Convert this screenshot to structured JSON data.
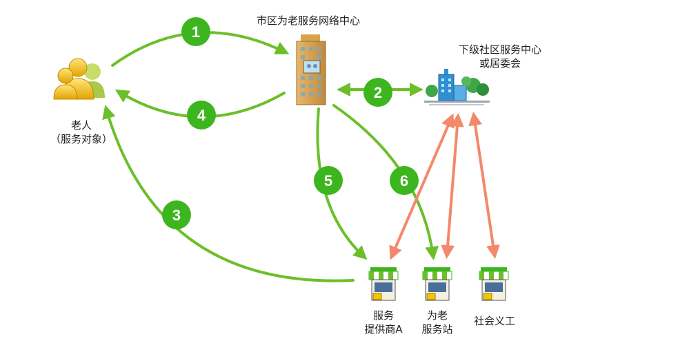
{
  "nodes": {
    "elder": {
      "lines": [
        "老人",
        "（服务对象）"
      ]
    },
    "center": {
      "lines": [
        "市区为老服务网络中心"
      ]
    },
    "community": {
      "lines": [
        "下级社区服务中心",
        "或居委会"
      ]
    },
    "provider": {
      "lines": [
        "服务",
        "提供商A"
      ]
    },
    "station": {
      "lines": [
        "为老",
        "服务站"
      ]
    },
    "volunteer": {
      "lines": [
        "社会义工"
      ]
    }
  },
  "steps": [
    "1",
    "2",
    "3",
    "4",
    "5",
    "6"
  ],
  "colors": {
    "green_arrow": "#6cbf2a",
    "badge_green": "#3db51f",
    "orange_arrow": "#f4886a"
  }
}
